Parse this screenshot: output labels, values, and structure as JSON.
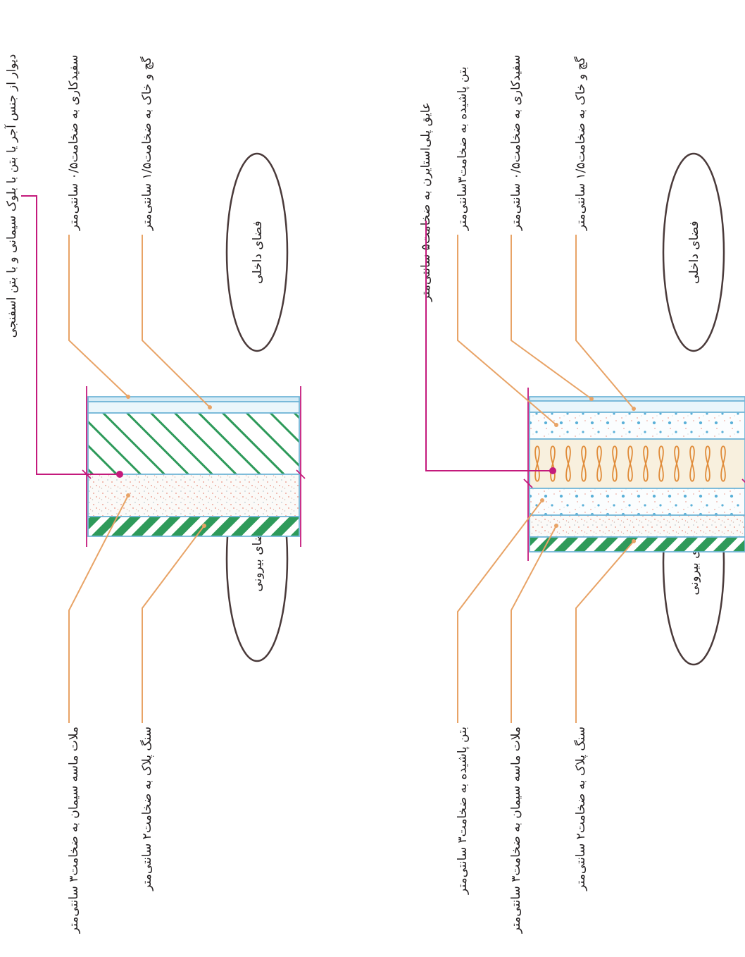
{
  "colors": {
    "leader": "#e8a366",
    "magenta": "#c41a7c",
    "green": "#2e9a5a",
    "blue": "#74b7d8",
    "text": "#231f20",
    "ellipse": "#4a3a3a",
    "insulation": "#e08c3a",
    "insulation_fill": "#f8f0de",
    "mortar_dots": "#e89080",
    "concrete_dots": "#5ab0d8"
  },
  "diagram_a": {
    "title": "دیوار از جنس آجر یا بتن با بلوک سیمانی و با بتن اسفنجی",
    "inner_space": "فضای داخلی",
    "outer_space": "فضای بیرونی",
    "labels": {
      "whitewash": "سفیدکاری به ضخامت۰/۵ سانتی‌متر",
      "plaster": "گچ و خاک به ضخامت۱/۵ سانتی‌متر",
      "mortar": "ملات ماسه سیمان به ضخامت۳ سانتی‌متر",
      "stone": "سنگ پلاک به ضخامت۲ سانتی‌متر"
    }
  },
  "diagram_b": {
    "inner_space": "فضای داخلی",
    "outer_space": "فضای بیرونی",
    "labels": {
      "insulation": "عایق پلی‌استایرن به ضخامت۵ سانتی‌متر",
      "concrete_in": "بتن پاشیده به ضخامت۳سانتی‌متر",
      "whitewash": "سفیدکاری به ضخامت۰/۵ سانتی‌متر",
      "plaster": "گچ و خاک به ضخامت۱/۵ سانتی‌متر",
      "concrete_out": "بتن پاشیده به ضخامت۳ سانتی‌متر",
      "mortar": "ملات ماسه سیمان به ضخامت۳ سانتی‌متر",
      "stone": "سنگ پلاک به ضخامت۲ سانتی‌متر"
    }
  }
}
